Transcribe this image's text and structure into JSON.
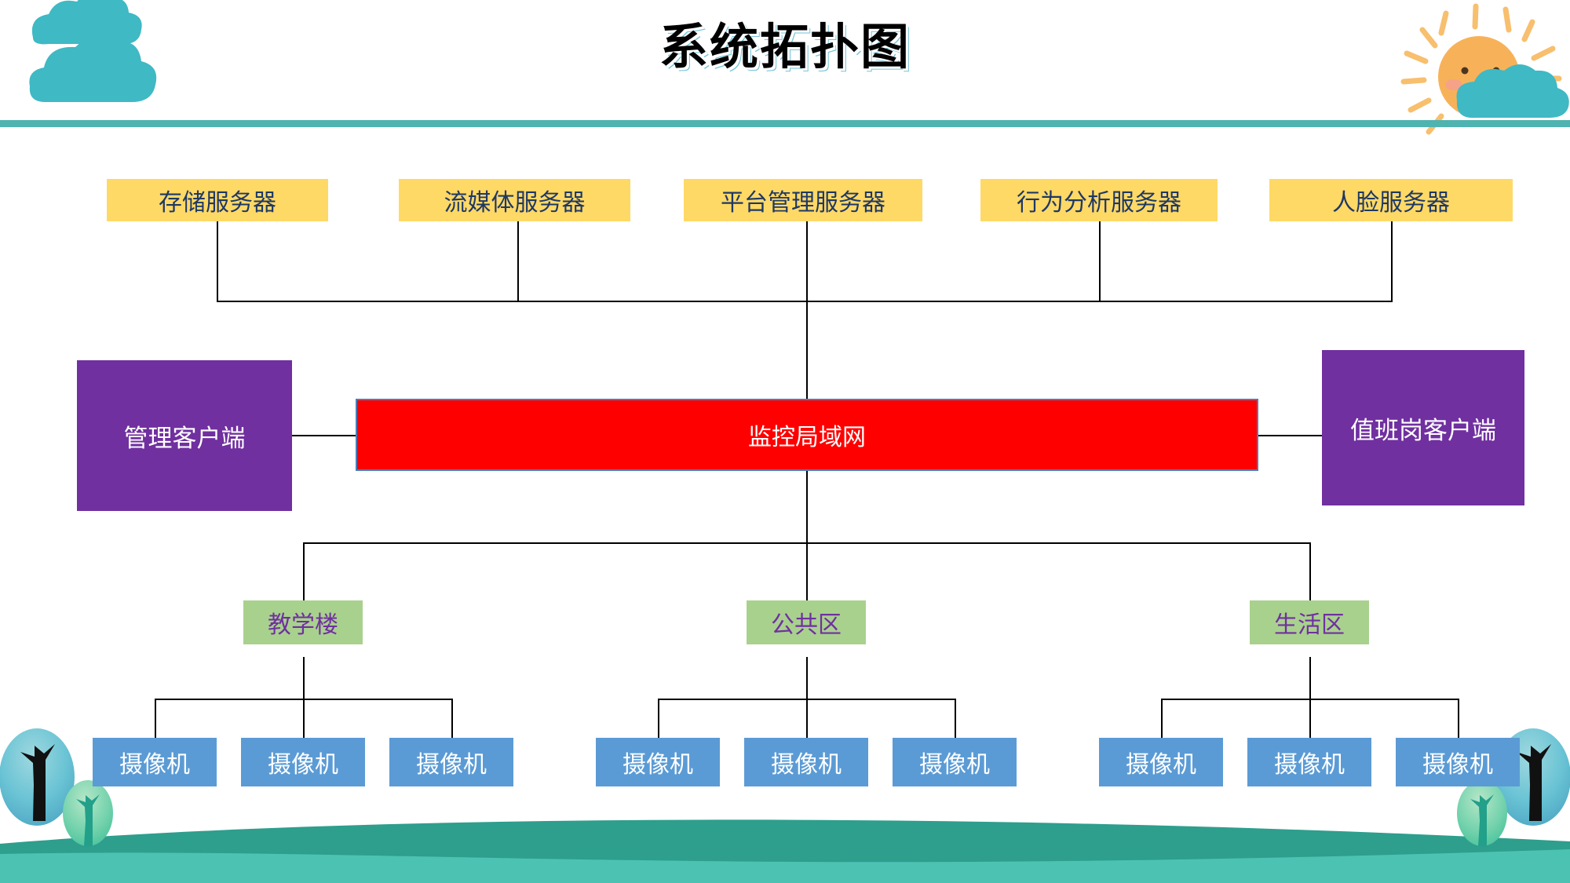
{
  "page": {
    "title": "系统拓扑图",
    "background": "#ffffff"
  },
  "colors": {
    "server_fill": "#ffd966",
    "server_text": "#1f3864",
    "client_fill": "#7030a0",
    "client_text": "#ffffff",
    "lan_fill": "#ff0000",
    "lan_border": "#4a7ebb",
    "lan_text": "#ffffff",
    "zone_fill": "#a9d18e",
    "zone_text": "#7030a0",
    "camera_fill": "#5b9bd5",
    "camera_text": "#ffffff",
    "connector": "#000000",
    "deco_cloud": "#3fb9c4",
    "deco_sun": "#f5b05a",
    "deco_ground": "#34b3a0",
    "deco_rule": "#4fb3b0"
  },
  "decorations": {
    "top_left_clouds": "cloud-icon",
    "top_right_sun": "sun-icon",
    "top_right_cloud": "cloud-icon",
    "bottom_left_trees": "tree-icon",
    "bottom_right_trees": "tree-icon",
    "ground": "hill-shape",
    "header_rule": "horizontal-rule"
  },
  "diagram": {
    "servers": [
      {
        "label": "存储服务器"
      },
      {
        "label": "流媒体服务器"
      },
      {
        "label": "平台管理服务器"
      },
      {
        "label": "行为分析服务器"
      },
      {
        "label": "人脸服务器"
      }
    ],
    "clients": [
      {
        "label": "管理客户端",
        "side": "left"
      },
      {
        "label": "值班岗客户端",
        "side": "right"
      }
    ],
    "network": {
      "label": "监控局域网"
    },
    "zones": [
      {
        "label": "教学楼",
        "cameras": [
          {
            "label": "摄像机"
          },
          {
            "label": "摄像机"
          },
          {
            "label": "摄像机"
          }
        ]
      },
      {
        "label": "公共区",
        "cameras": [
          {
            "label": "摄像机"
          },
          {
            "label": "摄像机"
          },
          {
            "label": "摄像机"
          }
        ]
      },
      {
        "label": "生活区",
        "cameras": [
          {
            "label": "摄像机"
          },
          {
            "label": "摄像机"
          },
          {
            "label": "摄像机"
          }
        ]
      }
    ]
  }
}
